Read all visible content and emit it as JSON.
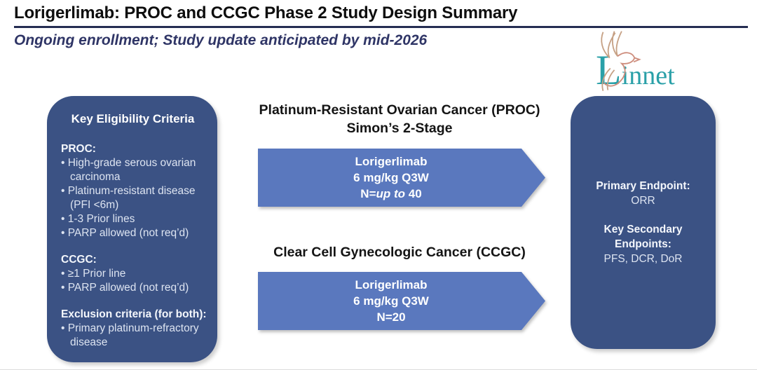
{
  "colors": {
    "accent_dark": "#3B5284",
    "arrow_blue": "#5A78BE",
    "subtitle_navy": "#2F3566",
    "rule_navy": "#252D52",
    "logo_teal": "#2AA0A8"
  },
  "header": {
    "title": "Lorigerlimab: PROC and CCGC Phase 2 Study Design Summary",
    "subtitle": "Ongoing enrollment; Study update anticipated by mid-2026"
  },
  "logo": {
    "text": "Linnet",
    "icon": "bird-dove-outline"
  },
  "eligibility": {
    "heading": "Key Eligibility Criteria",
    "sections": [
      {
        "label": "PROC:",
        "items": [
          "High-grade serous ovarian carcinoma",
          "Platinum-resistant disease (PFI <6m)",
          "1-3 Prior lines",
          "PARP allowed (not req’d)"
        ]
      },
      {
        "label": "CCGC:",
        "items": [
          "≥1 Prior line",
          "PARP allowed (not req’d)"
        ]
      },
      {
        "label": "Exclusion criteria (for both):",
        "items": [
          "Primary platinum-refractory disease"
        ]
      }
    ]
  },
  "studies": [
    {
      "header_line1": "Platinum-Resistant Ovarian Cancer (PROC)",
      "header_line2": "Simon’s 2-Stage",
      "arrow": {
        "line1": "Lorigerlimab",
        "line2": "6 mg/kg Q3W",
        "n_prefix": "N=",
        "n_italic": "up to",
        "n_suffix": " 40"
      }
    },
    {
      "header_line1": "Clear Cell Gynecologic Cancer (CCGC)",
      "header_line2": "",
      "arrow": {
        "line1": "Lorigerlimab",
        "line2": "6 mg/kg Q3W",
        "n_prefix": "N=20",
        "n_italic": "",
        "n_suffix": ""
      }
    }
  ],
  "endpoints": {
    "primary_label": "Primary Endpoint:",
    "primary_value": "ORR",
    "secondary_label": "Key Secondary Endpoints:",
    "secondary_value": "PFS, DCR, DoR"
  }
}
